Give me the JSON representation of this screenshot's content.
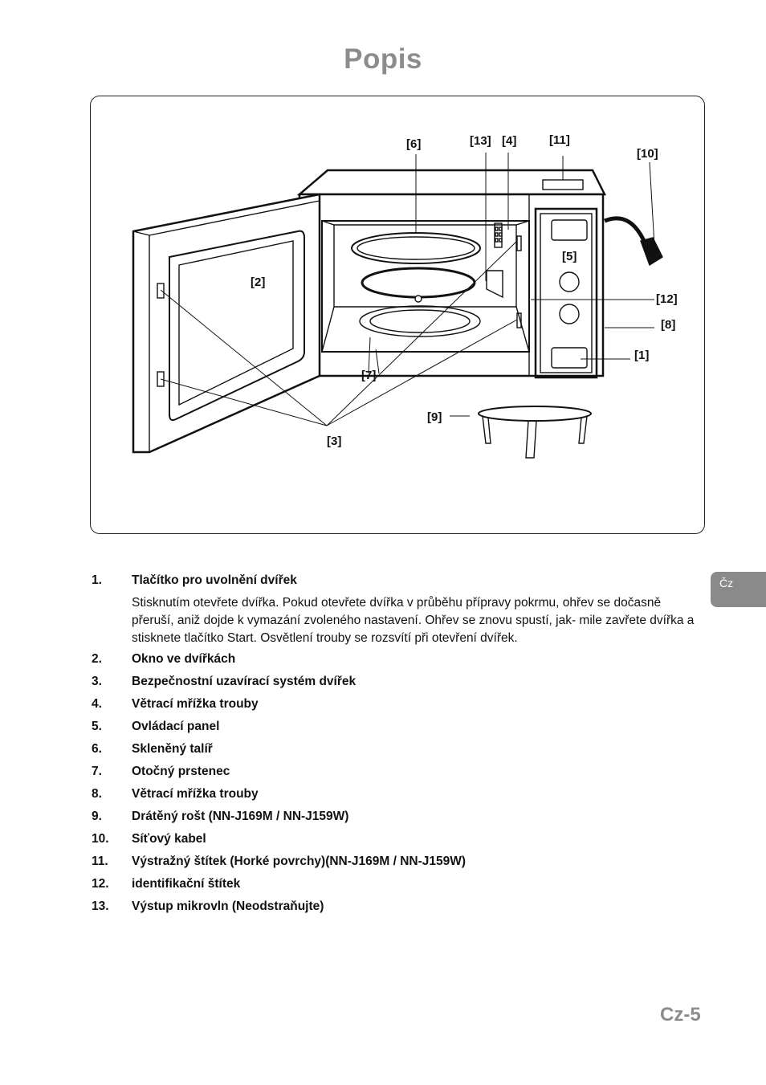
{
  "page": {
    "title": "Popis",
    "page_number": "Cz-5",
    "language_tab": "Čz"
  },
  "figure": {
    "labels": {
      "l1": "[1]",
      "l2": "[2]",
      "l3": "[3]",
      "l4": "[4]",
      "l5": "[5]",
      "l6": "[6]",
      "l7": "[7]",
      "l8": "[8]",
      "l9": "[9]",
      "l10": "[10]",
      "l11": "[11]",
      "l12": "[12]",
      "l13": "[13]"
    }
  },
  "items": [
    {
      "num": "1.",
      "title": "Tlačítko pro uvolnění dvířek",
      "description": "Stisknutím otevřete dvířka. Pokud otevřete dvířka v průběhu přípravy pokrmu, ohřev se dočasně přeruší, aniž dojde k vymazání zvoleného nastavení. Ohřev se znovu spustí, jak- mile zavřete dvířka a stisknete tlačítko Start. Osvětlení trouby se rozsvítí při otevření dvířek."
    },
    {
      "num": "2.",
      "title": "Okno ve dvířkách"
    },
    {
      "num": "3.",
      "title": "Bezpečnostní uzavírací systém dvířek"
    },
    {
      "num": "4.",
      "title": "Větrací mřížka trouby"
    },
    {
      "num": "5.",
      "title": "Ovládací panel"
    },
    {
      "num": "6.",
      "title": "Skleněný talíř"
    },
    {
      "num": "7.",
      "title": "Otočný prstenec"
    },
    {
      "num": "8.",
      "title": "Větrací mřížka trouby"
    },
    {
      "num": "9.",
      "title": "Drátěný rošt (NN-J169M / NN-J159W)"
    },
    {
      "num": "10.",
      "title": "Síťový kabel"
    },
    {
      "num": "11.",
      "title": "Výstražný štítek (Horké povrchy)(NN-J169M / NN-J159W)"
    },
    {
      "num": "12.",
      "title": "identifikační štítek"
    },
    {
      "num": "13.",
      "title": "Výstup mikrovln (Neodstraňujte)"
    }
  ]
}
